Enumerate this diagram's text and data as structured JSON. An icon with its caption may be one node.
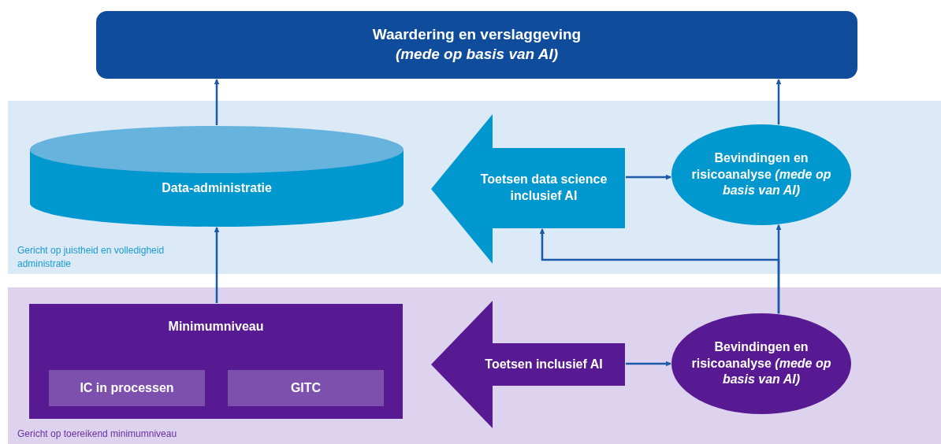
{
  "diagram": {
    "nodes": [
      {
        "text": [
          "Waardering en verslaggeving",
          "(mede op basis van AI)"
        ]
      },
      {
        "text": [
          "Gericht op juistheid en volledigheid administratie"
        ]
      },
      {
        "text": [
          "Data-administratie"
        ],
        "in": 1
      },
      {
        "text": [
          "Toetsen data science inclusief AI"
        ],
        "in": 1
      },
      {
        "text": [
          "Bevindingen en risicoanalyse *(mede op basis van AI)*"
        ],
        "in": 1
      },
      {
        "text": [
          "Gericht op toereikend minimumniveau"
        ]
      },
      {
        "text": [
          "Minimumniveau"
        ],
        "in": 5
      },
      {
        "text": [
          "IC in processen"
        ],
        "in": 6
      },
      {
        "text": [
          "GITC"
        ],
        "in": 6
      },
      {
        "text": [
          "Toetsen inclusief AI"
        ],
        "in": 5
      },
      {
        "text": [
          "Bevindingen en risicoanalyse *(mede op basis van AI)*"
        ],
        "in": 5
      }
    ],
    "edges": [
      {
        "from": 2,
        "to": 0,
        "arrow": "to"
      },
      {
        "from": 4,
        "to": 0,
        "arrow": "to"
      },
      {
        "from": 3,
        "to": 4,
        "arrow": "to"
      },
      {
        "from": 6,
        "to": 2,
        "arrow": "to"
      },
      {
        "from": 9,
        "to": 10,
        "arrow": "to"
      },
      {
        "from": 10,
        "to": 4,
        "arrow": "to"
      },
      {
        "from": 10,
        "to": 3,
        "arrow": "to"
      }
    ]
  }
}
